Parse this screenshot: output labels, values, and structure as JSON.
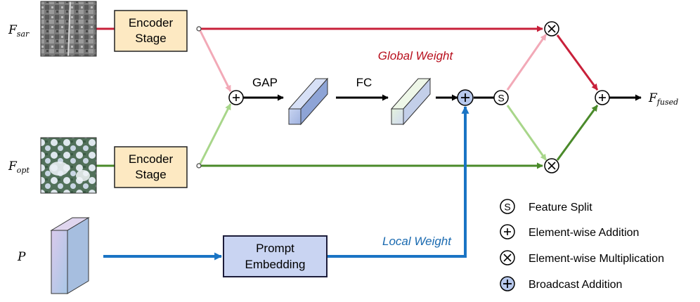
{
  "inputs": {
    "sar_symbol": "F",
    "sar_subscript": "sar",
    "opt_symbol": "F",
    "opt_subscript": "opt",
    "prompt_symbol": "P"
  },
  "output": {
    "symbol": "F",
    "subscript": "fused"
  },
  "blocks": {
    "encoder_sar": [
      "Encoder",
      "Stage"
    ],
    "encoder_opt": [
      "Encoder",
      "Stage"
    ],
    "prompt_embedding": [
      "Prompt",
      "Embedding"
    ]
  },
  "labels": {
    "gap": "GAP",
    "fc": "FC",
    "global_weight": "Global Weight",
    "local_weight": "Local Weight"
  },
  "symbols": {
    "split": "S",
    "add": "+",
    "mul": "×"
  },
  "legend": [
    {
      "symbol": "S",
      "kind": "split",
      "text": "Feature Split"
    },
    {
      "symbol": "+",
      "kind": "add",
      "text": "Element-wise Addition"
    },
    {
      "symbol": "×",
      "kind": "mul",
      "text": "Element-wise Multiplication"
    },
    {
      "symbol": "+",
      "kind": "broadcast",
      "text": "Broadcast Addition"
    }
  ],
  "colors": {
    "sar_path": "#c8203a",
    "sar_light": "#f2a9b7",
    "opt_path": "#4a8a2a",
    "opt_light": "#a8d68a",
    "prompt_path": "#1a74c4",
    "encoder_fill": "#fde9c2",
    "prompt_fill": "#c9d4f2",
    "broadcast_fill": "#b7c8ec",
    "global_weight": "#b8101e",
    "local_weight": "#1a6ab0"
  }
}
